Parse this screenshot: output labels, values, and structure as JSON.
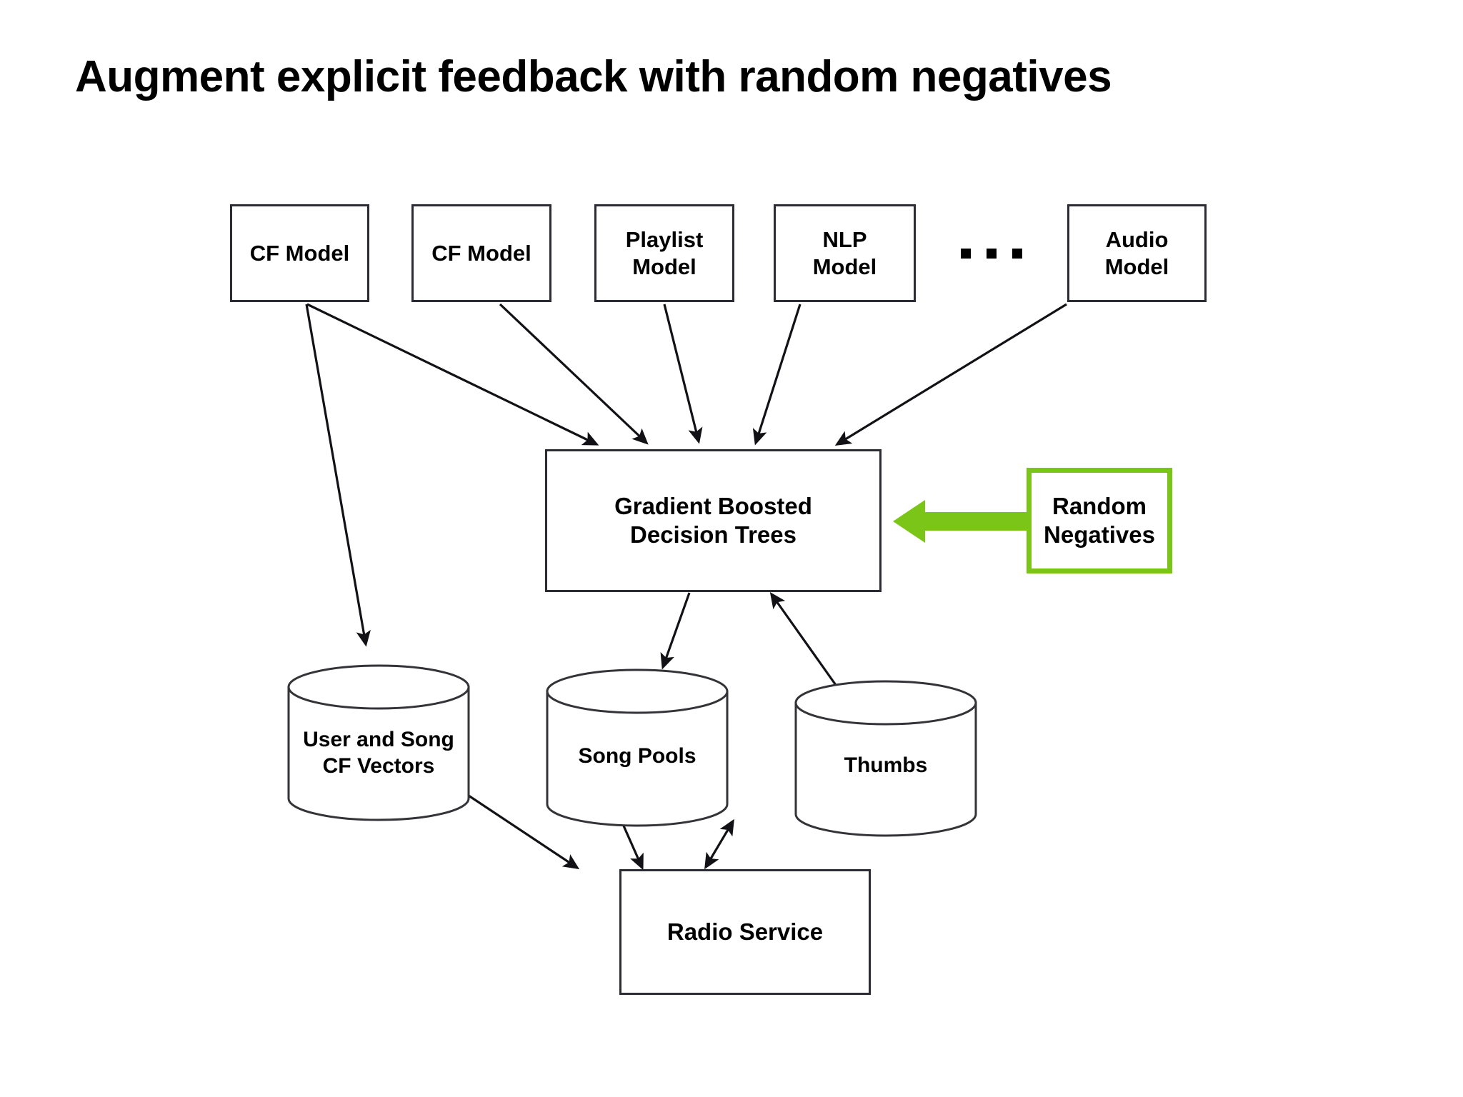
{
  "slide": {
    "title": "Augment explicit feedback with random negatives",
    "background_color": "#ffffff",
    "accent_color": "#7ac517",
    "line_color": "#2b2b33"
  },
  "models": [
    {
      "label": "CF Model",
      "name": "cf-model-1"
    },
    {
      "label": "CF Model",
      "name": "cf-model-2"
    },
    {
      "label": "Playlist\nModel",
      "line1": "Playlist",
      "line2": "Model",
      "name": "playlist-model"
    },
    {
      "label": "NLP\nModel",
      "line1": "NLP",
      "line2": "Model",
      "name": "nlp-model"
    },
    {
      "label": "Audio\nModel",
      "line1": "Audio",
      "line2": "Model",
      "name": "audio-model"
    }
  ],
  "ellipsis": "...",
  "core": {
    "gbdt_line1": "Gradient Boosted",
    "gbdt_line2": "Decision Trees",
    "random_negatives_line1": "Random",
    "random_negatives_line2": "Negatives",
    "random_negatives_color": "#7ac517"
  },
  "stores": [
    {
      "line1": "User and Song",
      "line2": "CF Vectors",
      "name": "user-and-song-cf-vectors"
    },
    {
      "line1": "Song Pools",
      "line2": "",
      "name": "song-pools"
    },
    {
      "line1": "Thumbs",
      "line2": "",
      "name": "thumbs"
    }
  ],
  "service": {
    "label": "Radio Service"
  }
}
